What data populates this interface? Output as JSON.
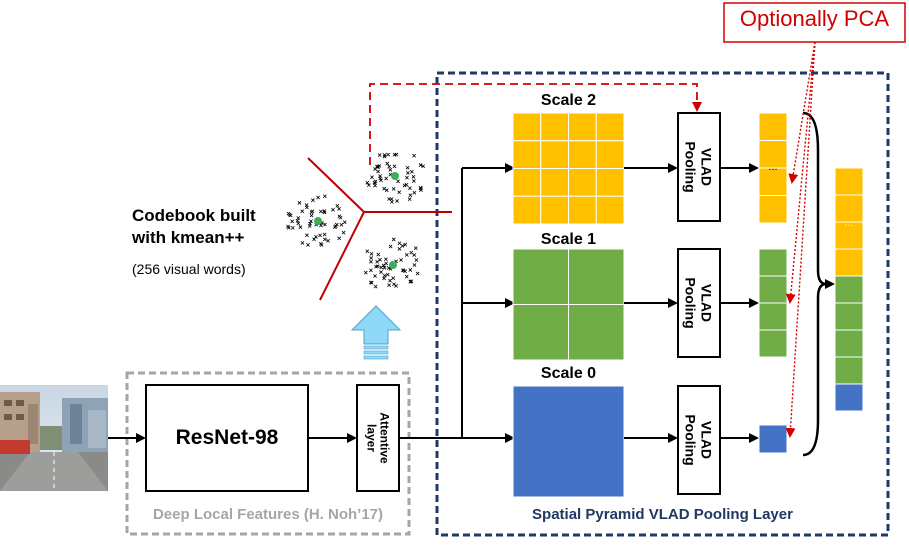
{
  "diagram": {
    "pca_label": "Optionally PCA",
    "codebook_title_line1": "Codebook built",
    "codebook_title_line2": "with kmean++",
    "codebook_subtitle": "(256 visual words)",
    "resnet_label": "ResNet-98",
    "attentive_label_line1": "Attentive",
    "attentive_label_line2": "layer",
    "deep_features_caption": "Deep Local Features (H. Noh’17)",
    "pyramid_caption": "Spatial Pyramid VLAD Pooling Layer",
    "scales": [
      {
        "label": "Scale 2",
        "grid": 4,
        "color": "#FFC000"
      },
      {
        "label": "Scale 1",
        "grid": 2,
        "color": "#70AD47"
      },
      {
        "label": "Scale 0",
        "grid": 1,
        "color": "#4472C4"
      }
    ],
    "vlad_label_line1": "VLAD",
    "vlad_label_line2": "Pooling",
    "ellipsis": "...",
    "colors": {
      "scale2": "#FFC000",
      "scale1": "#70AD47",
      "scale0": "#4472C4",
      "red": "#D00000",
      "dashed_frame": "#1F3864",
      "gray_frame": "#A6A6A6",
      "cluster_center": "#3BAE5A",
      "upload_arrow": "#8ED8F8"
    }
  }
}
